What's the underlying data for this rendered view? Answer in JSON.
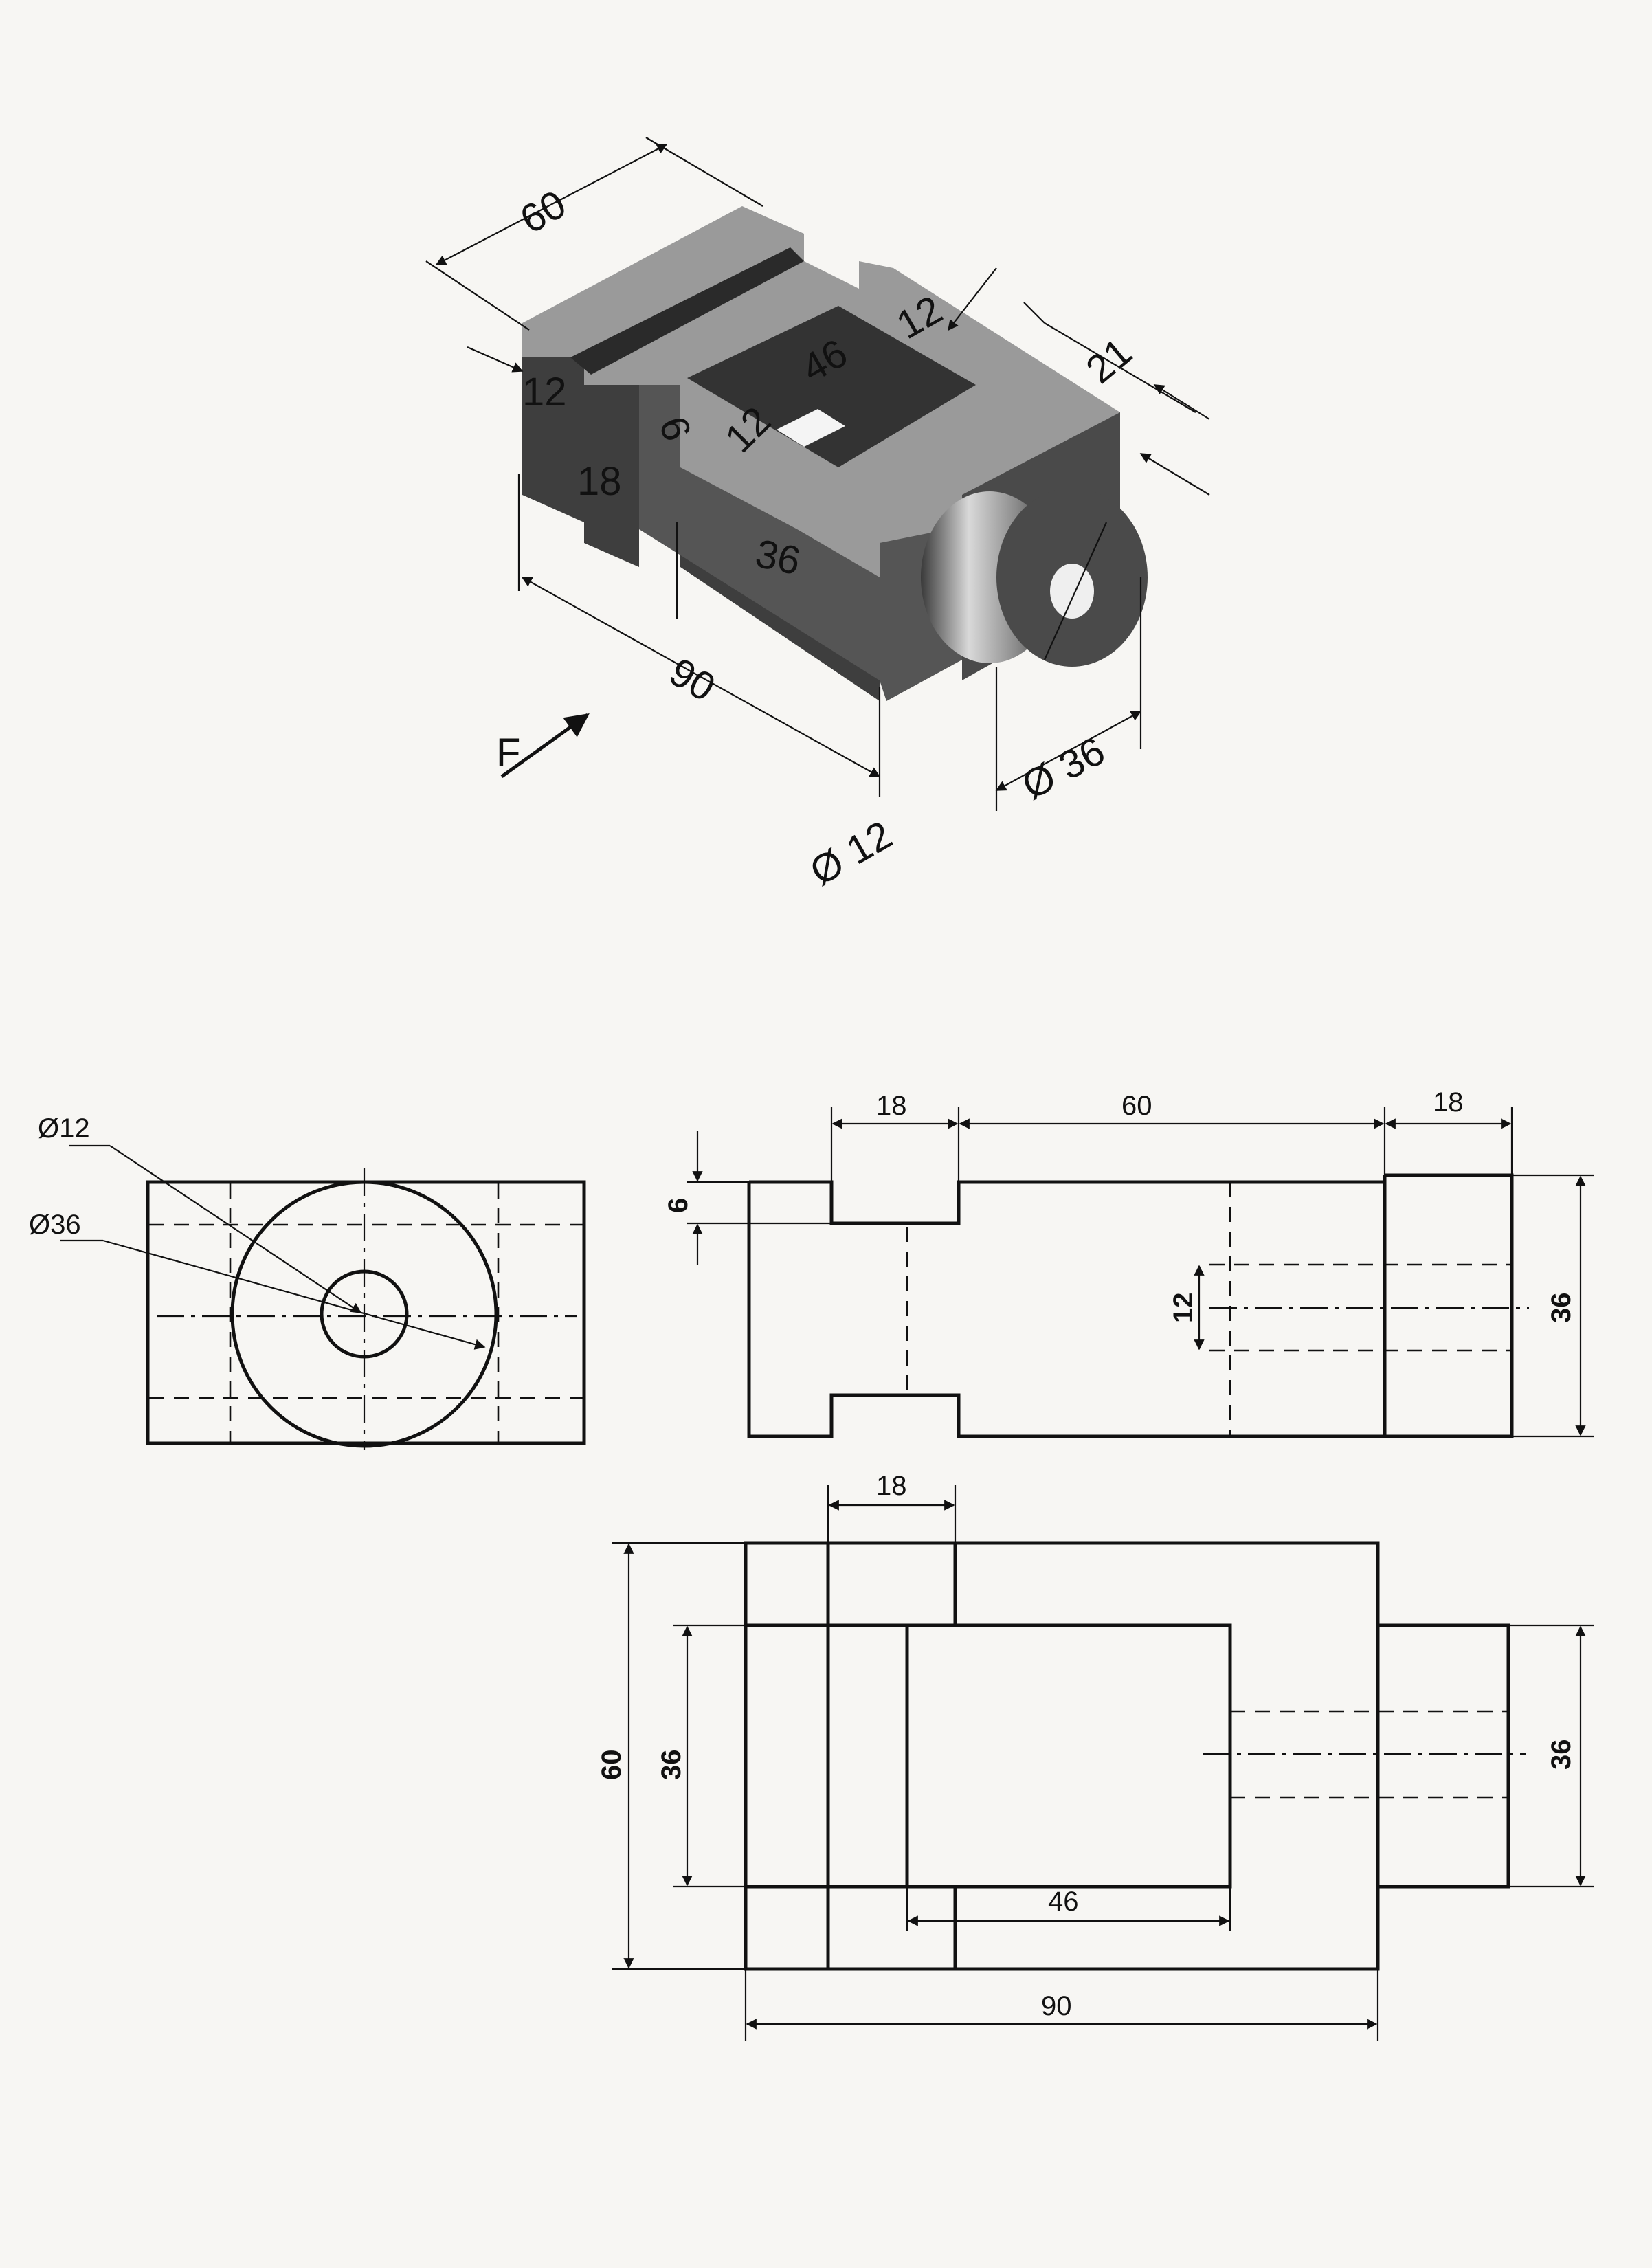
{
  "colors": {
    "ink": "#111111",
    "paper": "#f7f6f3",
    "solid_top": "#9a9a9a",
    "solid_side": "#3e3e3e",
    "solid_front": "#555555"
  },
  "iso": {
    "dim_60": "60",
    "dim_12a": "12",
    "dim_46": "46",
    "dim_12b": "12",
    "dim_21": "21",
    "dim_12c": "12",
    "dim_6": "6",
    "dim_18": "18",
    "dim_36": "36",
    "dim_90": "90",
    "dim_dia12": "Ø 12",
    "dim_dia36": "Ø 36",
    "arrow_label": "F"
  },
  "end_view": {
    "dia12": "Ø12",
    "dia36": "Ø36"
  },
  "front_view": {
    "dim_18_left": "18",
    "dim_60": "60",
    "dim_18_right": "18",
    "dim_6": "6",
    "dim_12": "12",
    "dim_36": "36"
  },
  "top_view": {
    "dim_18": "18",
    "dim_60": "60",
    "dim_36_left": "36",
    "dim_36_right": "36",
    "dim_46": "46",
    "dim_90": "90"
  }
}
